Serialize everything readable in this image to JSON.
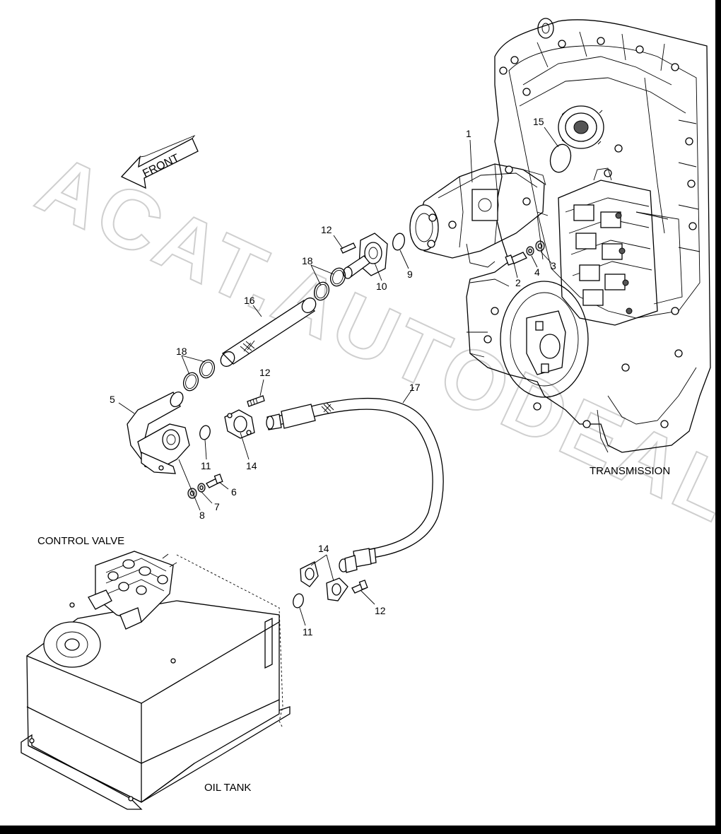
{
  "labels": {
    "front": "FRONT",
    "transmission": "TRANSMISSION",
    "control_valve": "CONTROL VALVE",
    "oil_tank": "OIL TANK"
  },
  "watermark": "ACAT.AUTODEALER.RU",
  "part_numbers": {
    "p1": "1",
    "p2": "2",
    "p3": "3",
    "p4": "4",
    "p5": "5",
    "p6": "6",
    "p7": "7",
    "p8": "8",
    "p9": "9",
    "p10": "10",
    "p11a": "11",
    "p11b": "11",
    "p12a": "12",
    "p12b": "12",
    "p12c": "12",
    "p14a": "14",
    "p14b": "14",
    "p15": "15",
    "p16": "16",
    "p17": "17",
    "p18a": "18",
    "p18b": "18"
  }
}
